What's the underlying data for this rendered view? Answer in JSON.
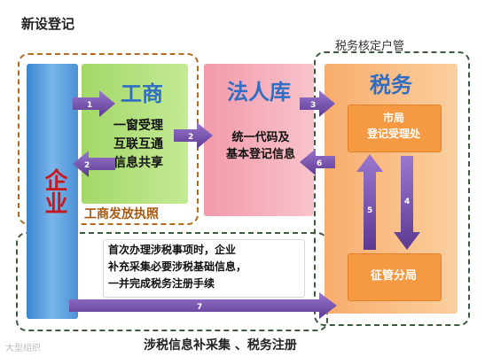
{
  "title": "新设登记",
  "tax_management_label": "税务核定户管",
  "bottom_label": "涉税信息补采集 、税务注册",
  "enterprise": {
    "label": "企业"
  },
  "aic": {
    "title": "工商",
    "lines": [
      "一窗受理",
      "互联互通",
      "信息共享"
    ],
    "footer": "工商发放执照"
  },
  "legal_db": {
    "title": "法人库",
    "lines": [
      "统一代码及",
      "基本登记信息"
    ]
  },
  "tax": {
    "title": "税务",
    "city_bureau_lines": [
      "市局",
      "登记受理处"
    ],
    "branch": "征管分局"
  },
  "info_note": {
    "lines": [
      "首次办理涉税事项时，企业",
      "补充采集必要涉税基础信息，",
      "一并完成税务注册手续"
    ]
  },
  "arrows": {
    "a1": "1",
    "a2": "2",
    "a2b": "2",
    "a3": "3",
    "a4": "4",
    "a5": "5",
    "a6": "6",
    "a7": "7"
  },
  "watermark": "大型组织",
  "colors": {
    "enterprise_blue": "#5aa0de",
    "aic_green": "#b3e07e",
    "legal_pink": "#f5b0bc",
    "tax_orange": "#f9b97c",
    "inner_orange": "#f7a04a",
    "arrow_purple": "#7a52b0",
    "info_blue": "#c9dcf1",
    "title_blue": "#2f6ec2"
  }
}
